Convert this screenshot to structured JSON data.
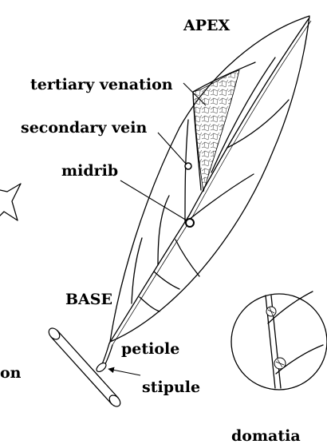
{
  "labels": {
    "apex": "APEX",
    "tertiary_venation": "tertiary venation",
    "secondary_vein": "secondary vein",
    "midrib": "midrib",
    "base": "BASE",
    "petiole": "petiole",
    "stipule": "stipule",
    "domatia": "domatia",
    "edge_fragment": "on"
  }
}
